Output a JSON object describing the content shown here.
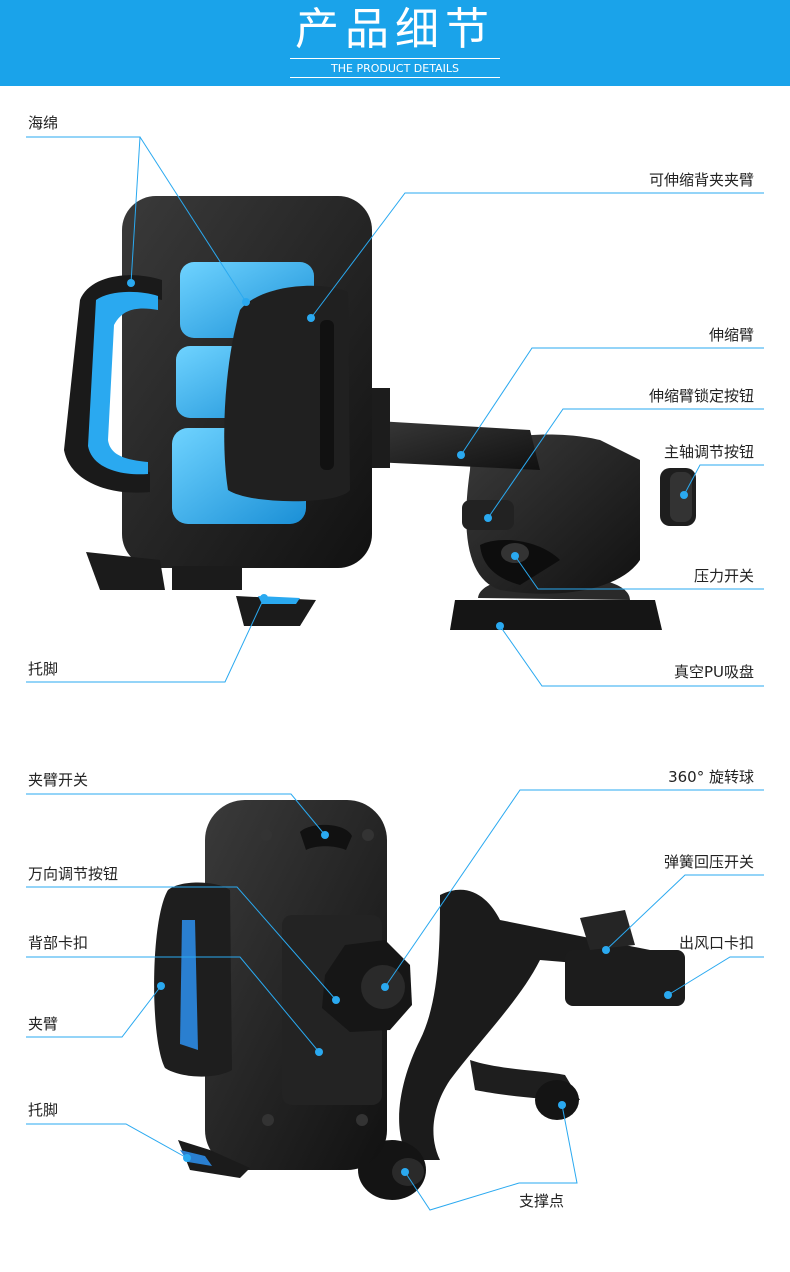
{
  "header": {
    "title": "产品细节",
    "subtitle": "THE PRODUCT DETAILS"
  },
  "colors": {
    "banner": "#1aa3ea",
    "accent_blue": "#2aa9f0",
    "product_black": "#1b1b1b",
    "line": "#2aa9f0"
  },
  "top_product": {
    "labels": {
      "sponge": "海绵",
      "telescopic_back_clamp_arm": "可伸缩背夹夹臂",
      "telescopic_arm": "伸缩臂",
      "telescopic_arm_lock_button": "伸缩臂锁定按钮",
      "spindle_adjust_button": "主轴调节按钮",
      "pressure_switch": "压力开关",
      "foot_rest": "托脚",
      "vacuum_pu_suction_cup": "真空PU吸盘"
    }
  },
  "bottom_product": {
    "labels": {
      "clamp_arm_switch": "夹臂开关",
      "ball_360": "360° 旋转球",
      "universal_adjust_button": "万向调节按钮",
      "spring_return_switch": "弹簧回压开关",
      "back_buckle": "背部卡扣",
      "vent_clip": "出风口卡扣",
      "clamp_arm": "夹臂",
      "foot_rest": "托脚",
      "support_points": "支撑点"
    }
  }
}
